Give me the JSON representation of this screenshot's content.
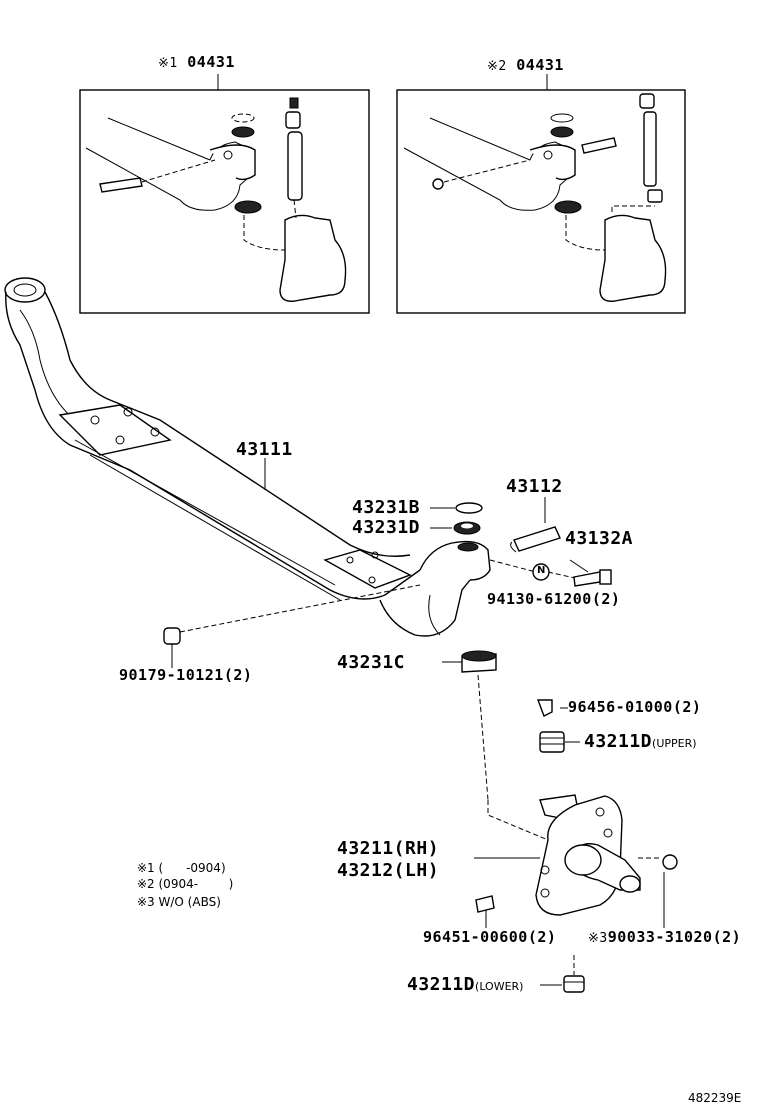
{
  "inset_1": {
    "mark": "※1",
    "part": "04431"
  },
  "inset_2": {
    "mark": "※2",
    "part": "04431"
  },
  "parts": {
    "axle_beam": "43111",
    "king_pin": "43112",
    "washer_b": "43231B",
    "washer_d": "43231D",
    "bolt": "43132A",
    "nut_marker": "N",
    "nut": "94130-61200(2)",
    "cap": "90179-10121(2)",
    "bearing_c": "43231C",
    "grease_fitting_upper": "96456-01000(2)",
    "bushing_upper_num": "43211D",
    "bushing_upper_sub": "(UPPER)",
    "knuckle_rh": "43211(RH)",
    "knuckle_lh": "43212(LH)",
    "grease_fitting_lower": "96451-00600(2)",
    "plug_mark": "※3",
    "plug": "90033-31020(2)",
    "bushing_lower_num": "43211D",
    "bushing_lower_sub": "(LOWER)"
  },
  "notes": [
    "※1 (      -0904)",
    "※2 (0904-        )",
    "※3 W/O (ABS)"
  ],
  "reference": "482239E"
}
